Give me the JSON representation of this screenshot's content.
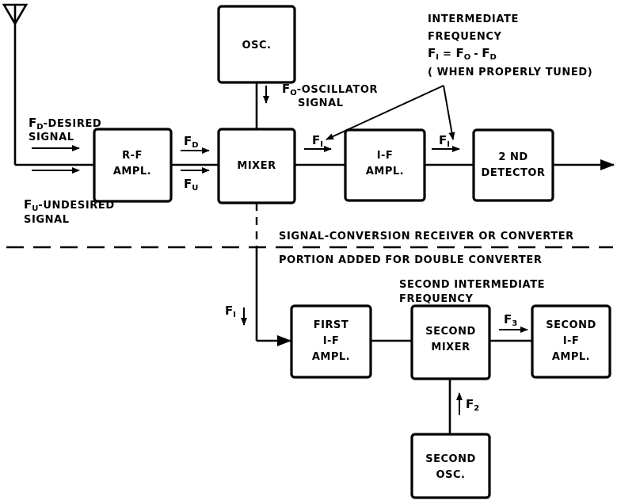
{
  "boxes": {
    "osc": "OSC.",
    "rf_amp_l1": "R-F",
    "rf_amp_l2": "AMPL.",
    "mixer": "MIXER",
    "if_amp_l1": "I-F",
    "if_amp_l2": "AMPL.",
    "detector_l1": "2 ND",
    "detector_l2": "DETECTOR",
    "first_if_l1": "FIRST",
    "first_if_l2": "I-F",
    "first_if_l3": "AMPL.",
    "second_mixer_l1": "SECOND",
    "second_mixer_l2": "MIXER",
    "second_if_l1": "SECOND",
    "second_if_l2": "I-F",
    "second_if_l3": "AMPL.",
    "second_osc_l1": "SECOND",
    "second_osc_l2": "OSC."
  },
  "labels": {
    "fd_desired_l1": "-DESIRED",
    "fd_desired_l2": "SIGNAL",
    "fu_undesired_l1": "-UNDESIRED",
    "fu_undesired_l2": "SIGNAL",
    "fo_osc_l1": "-OSCILLATOR",
    "fo_osc_l2": "SIGNAL",
    "if_title_l1": "INTERMEDIATE",
    "if_title_l2": "FREQUENCY",
    "if_formula_eq": "=",
    "if_formula_minus": "-",
    "if_note": "( WHEN PROPERLY TUNED)",
    "single_conversion": "SIGNAL-CONVERSION RECEIVER OR CONVERTER",
    "double_conversion": "PORTION ADDED FOR DOUBLE CONVERTER",
    "second_if_title_l1": "SECOND INTERMEDIATE",
    "second_if_title_l2": "FREQUENCY"
  },
  "symbols": {
    "F": "F",
    "sub_D": "D",
    "sub_U": "U",
    "sub_O": "O",
    "sub_I": "I",
    "sub_2": "2",
    "sub_3": "3"
  }
}
